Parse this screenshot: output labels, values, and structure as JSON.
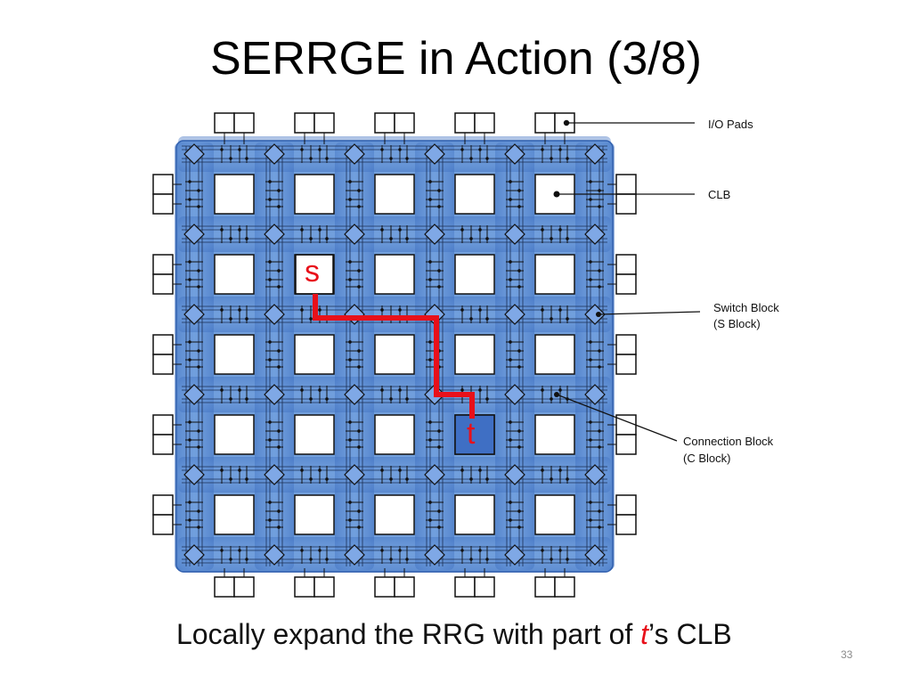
{
  "title": "SERRGE in Action (3/8)",
  "labels": {
    "io_pads": "I/O Pads",
    "clb": "CLB",
    "switch_block_line1": "Switch Block",
    "switch_block_line2": "(S Block)",
    "connection_block_line1": "Connection Block",
    "connection_block_line2": "(C Block)"
  },
  "pins": {
    "source": "s",
    "target": "t"
  },
  "caption": {
    "before": "Locally expand the RRG with part of ",
    "emph": "t",
    "after": "’s CLB"
  },
  "page_number": "33",
  "colors": {
    "fabric_blue": "#5b8fd6",
    "fabric_blue_dark": "#2f5fae",
    "route_red": "#e8101a",
    "switch_fill": "#7fa8e6"
  },
  "grid": {
    "rows": 5,
    "cols": 5
  }
}
